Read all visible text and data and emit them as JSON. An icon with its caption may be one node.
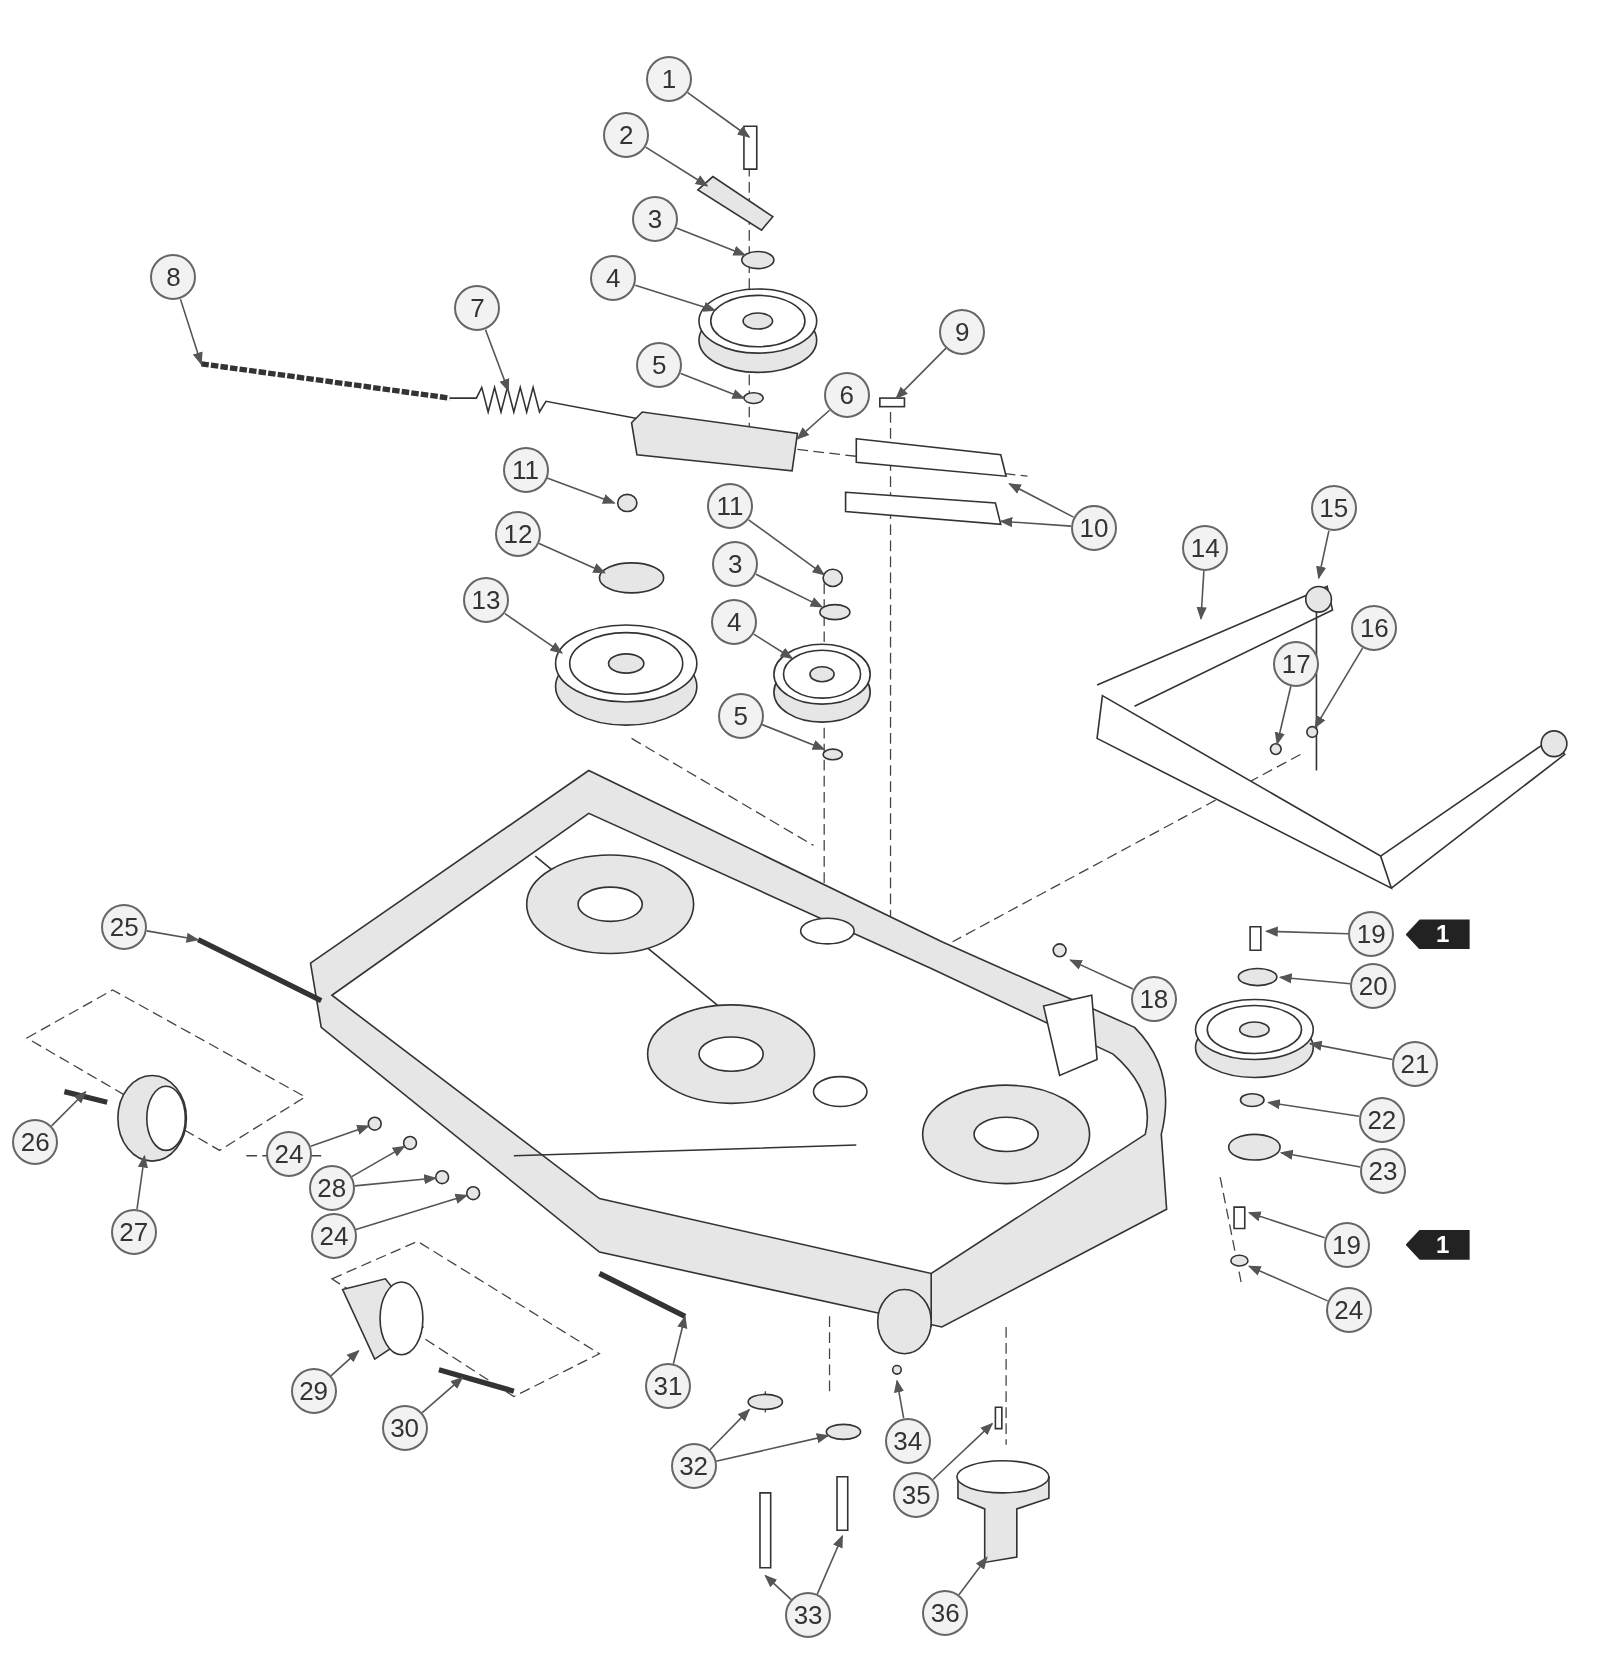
{
  "diagram": {
    "nodes": [
      {
        "text": [
          "1"
        ]
      },
      {
        "text": [
          "2"
        ]
      },
      {
        "text": [
          "3"
        ]
      },
      {
        "text": [
          "4"
        ]
      },
      {
        "text": [
          "5"
        ]
      },
      {
        "text": [
          "6"
        ]
      },
      {
        "text": [
          "7"
        ]
      },
      {
        "text": [
          "8"
        ]
      },
      {
        "text": [
          "9"
        ]
      },
      {
        "text": [
          "10"
        ]
      },
      {
        "text": [
          "11"
        ]
      },
      {
        "text": [
          "12"
        ]
      },
      {
        "text": [
          "13"
        ]
      },
      {
        "text": [
          "11"
        ]
      },
      {
        "text": [
          "3"
        ]
      },
      {
        "text": [
          "4"
        ]
      },
      {
        "text": [
          "5"
        ]
      },
      {
        "text": [
          "14"
        ]
      },
      {
        "text": [
          "15"
        ]
      },
      {
        "text": [
          "16"
        ]
      },
      {
        "text": [
          "17"
        ]
      },
      {
        "text": [
          "18"
        ]
      },
      {
        "text": [
          "19"
        ]
      },
      {
        "text": [
          "20"
        ]
      },
      {
        "text": [
          "21"
        ]
      },
      {
        "text": [
          "22"
        ]
      },
      {
        "text": [
          "23"
        ]
      },
      {
        "text": [
          "19"
        ]
      },
      {
        "text": [
          "24"
        ]
      },
      {
        "text": [
          "25"
        ]
      },
      {
        "text": [
          "26"
        ]
      },
      {
        "text": [
          "27"
        ]
      },
      {
        "text": [
          "24"
        ]
      },
      {
        "text": [
          "28"
        ]
      },
      {
        "text": [
          "24"
        ]
      },
      {
        "text": [
          "29"
        ]
      },
      {
        "text": [
          "30"
        ]
      },
      {
        "text": [
          "31"
        ]
      },
      {
        "text": [
          "32"
        ]
      },
      {
        "text": [
          "33"
        ]
      },
      {
        "text": [
          "34"
        ]
      },
      {
        "text": [
          "35"
        ]
      },
      {
        "text": [
          "36"
        ]
      },
      {
        "text": [],
        "shape": "bar"
      },
      {
        "text": [],
        "shape": "box"
      },
      {
        "text": [],
        "shape": "circle"
      },
      {
        "text": [],
        "shape": "circle"
      },
      {
        "text": [],
        "shape": "circle"
      },
      {
        "text": [],
        "shape": "circle"
      },
      {
        "text": [],
        "shape": "circle"
      },
      {
        "text": [],
        "shape": "circle"
      },
      {
        "text": [],
        "shape": "circle"
      },
      {
        "text": [],
        "shape": "circle"
      }
    ],
    "edges": [
      {
        "from": 0,
        "to": null,
        "arrow": "to"
      },
      {
        "from": 1,
        "to": 43,
        "arrow": "to"
      },
      {
        "from": 2,
        "to": 48,
        "arrow": "to"
      },
      {
        "from": 3,
        "to": null,
        "arrow": "to"
      },
      {
        "from": 4,
        "to": null,
        "arrow": "to"
      },
      {
        "from": 5,
        "to": null,
        "arrow": "to"
      },
      {
        "from": 6,
        "to": null,
        "arrow": "to"
      },
      {
        "from": 7,
        "to": null,
        "arrow": "to"
      },
      {
        "from": 8,
        "to": 44,
        "arrow": "to"
      },
      {
        "from": 9,
        "to": null,
        "arrow": "to"
      },
      {
        "from": 9,
        "to": null,
        "arrow": "to"
      },
      {
        "from": 10,
        "to": null,
        "arrow": "to"
      },
      {
        "from": 11,
        "to": null,
        "arrow": "to"
      },
      {
        "from": 12,
        "to": null,
        "arrow": "to"
      },
      {
        "from": 13,
        "to": null,
        "arrow": "to"
      },
      {
        "from": 14,
        "to": null,
        "arrow": "to"
      },
      {
        "from": 15,
        "to": null,
        "arrow": "to"
      },
      {
        "from": 16,
        "to": null,
        "arrow": "to"
      },
      {
        "from": 17,
        "to": null,
        "arrow": "to"
      },
      {
        "from": 18,
        "to": null,
        "arrow": "to"
      },
      {
        "from": 19,
        "to": 45,
        "arrow": "to"
      },
      {
        "from": 20,
        "to": 49,
        "arrow": "to"
      },
      {
        "from": 21,
        "to": null,
        "arrow": "to"
      },
      {
        "from": 22,
        "to": null,
        "arrow": "to"
      },
      {
        "from": 23,
        "to": null,
        "arrow": "to"
      },
      {
        "from": 24,
        "to": null,
        "arrow": "to"
      },
      {
        "from": 25,
        "to": null,
        "arrow": "to"
      },
      {
        "from": 26,
        "to": null,
        "arrow": "to"
      },
      {
        "from": 27,
        "to": null,
        "arrow": "to"
      },
      {
        "from": 28,
        "to": null,
        "arrow": "to"
      },
      {
        "from": 29,
        "to": null,
        "arrow": "to"
      },
      {
        "from": 30,
        "to": null,
        "arrow": "to"
      },
      {
        "from": 31,
        "to": null,
        "arrow": "to"
      },
      {
        "from": 32,
        "to": 46,
        "arrow": "to"
      },
      {
        "from": 33,
        "to": 50,
        "arrow": "to"
      },
      {
        "from": 33,
        "to": 51,
        "arrow": "to"
      },
      {
        "from": 34,
        "to": 52,
        "arrow": "to"
      },
      {
        "from": 35,
        "to": null,
        "arrow": "to"
      },
      {
        "from": 36,
        "to": null,
        "arrow": "to"
      },
      {
        "from": 37,
        "to": null,
        "arrow": "to"
      },
      {
        "from": 38,
        "to": null,
        "arrow": "to"
      },
      {
        "from": 38,
        "to": 47,
        "arrow": "to"
      },
      {
        "from": 39,
        "to": null,
        "arrow": "to"
      },
      {
        "from": 39,
        "to": null,
        "arrow": "to"
      },
      {
        "from": 40,
        "to": null,
        "arrow": "to"
      },
      {
        "from": 41,
        "to": null,
        "arrow": "to"
      },
      {
        "from": 42,
        "to": null,
        "arrow": "to"
      }
    ],
    "labels": [
      "1",
      "1"
    ]
  }
}
